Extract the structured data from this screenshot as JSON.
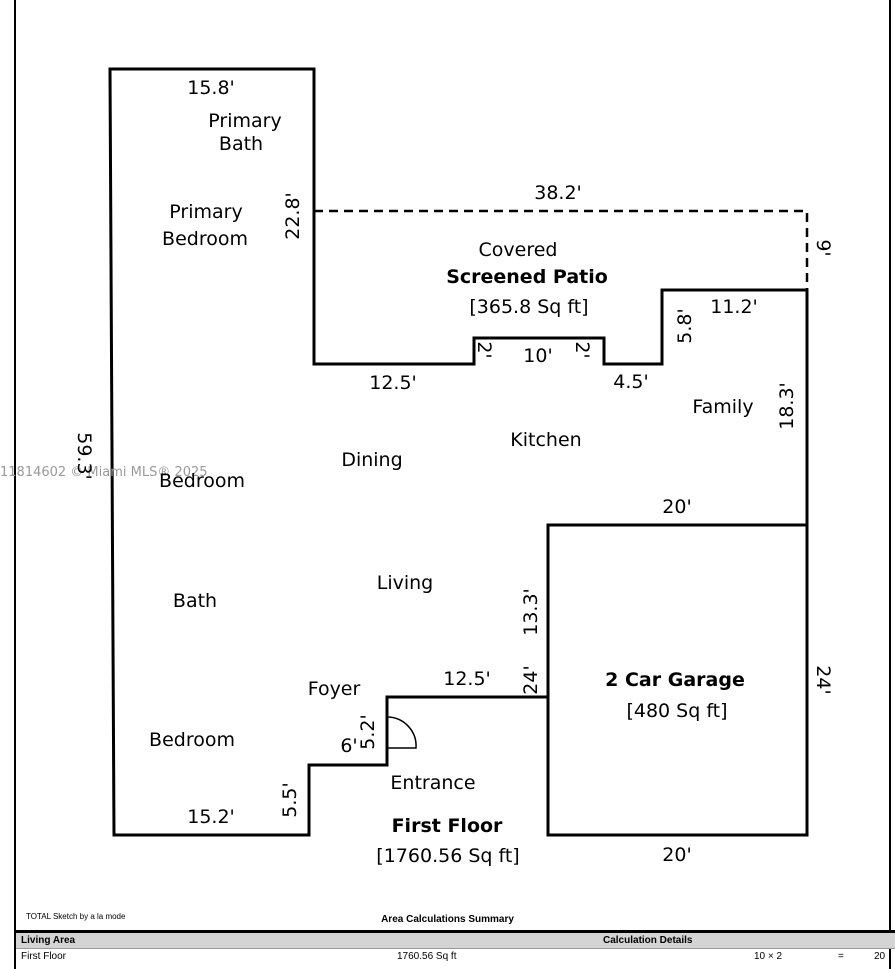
{
  "watermark": "11814602 © Miami MLS® 2025",
  "rooms": {
    "primary_bath": [
      "Primary",
      "Bath"
    ],
    "primary_bedroom": [
      "Primary",
      "Bedroom"
    ],
    "covered": "Covered",
    "screened_patio": "Screened Patio",
    "patio_area": "[365.8 Sq ft]",
    "family": "Family",
    "kitchen": "Kitchen",
    "dining": "Dining",
    "bedroom_middle": "Bedroom",
    "living": "Living",
    "bath": "Bath",
    "foyer": "Foyer",
    "bedroom_lower": "Bedroom",
    "entrance": "Entrance",
    "garage": "2 Car Garage",
    "garage_area": "[480 Sq ft]",
    "first_floor": "First Floor",
    "first_floor_area": "[1760.56 Sq ft]"
  },
  "dimensions": {
    "top_primary": "15.8'",
    "primary_right": "22.8'",
    "patio_top": "38.2'",
    "patio_right": "9'",
    "family_top": "11.2'",
    "family_left": "5.8'",
    "notch_left": "2'",
    "notch_top": "10'",
    "notch_right": "2'",
    "patio_bottom_left": "12.5'",
    "patio_bottom_right": "4.5'",
    "family_right": "18.3'",
    "garage_top": "20'",
    "left_wall": "59.3'",
    "garage_left": "13.3'",
    "garage_left_lower": "24'",
    "garage_right": "24'",
    "foyer_top": "12.5'",
    "door_right": "5.2'",
    "step_top": "6'",
    "bottom_left": "15.2'",
    "bottom_step": "5.5'",
    "garage_bottom": "20'"
  },
  "footer": {
    "credit": "TOTAL Sketch by a la mode",
    "summary_title": "Area Calculations Summary",
    "header_left": "Living Area",
    "header_right": "Calculation Details",
    "row_name": "First Floor",
    "row_area": "1760.56 Sq ft",
    "row_calc": "10 × 2",
    "row_equals": "=",
    "row_result": "20"
  }
}
